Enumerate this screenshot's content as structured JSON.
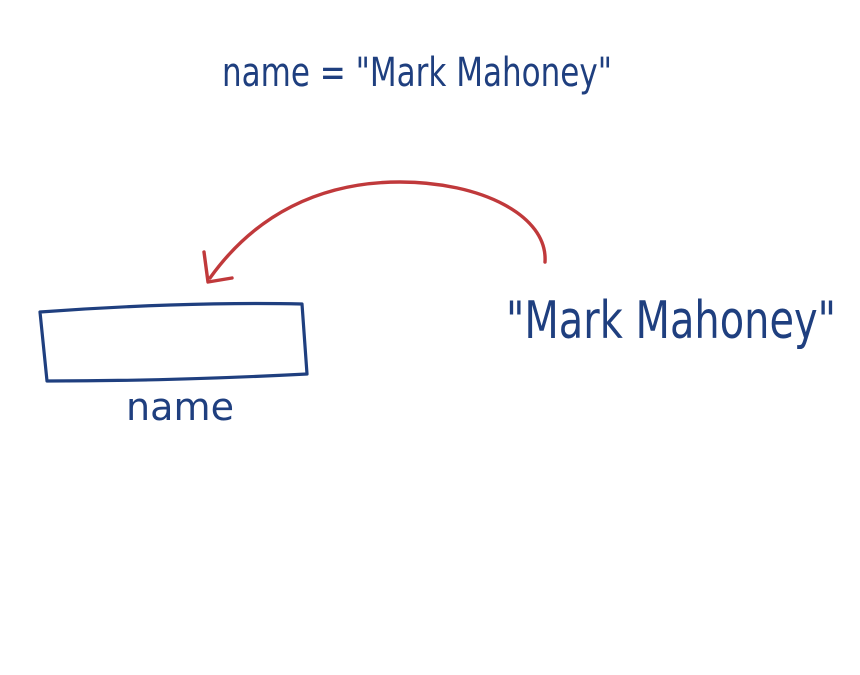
{
  "statement": "name = \"Mark Mahoney\"",
  "variable_label": "name",
  "string_value": "\"Mark Mahoney\"",
  "colors": {
    "ink_blue": "#1f3f7f",
    "arrow_red": "#c0393b",
    "background": "#ffffff"
  }
}
